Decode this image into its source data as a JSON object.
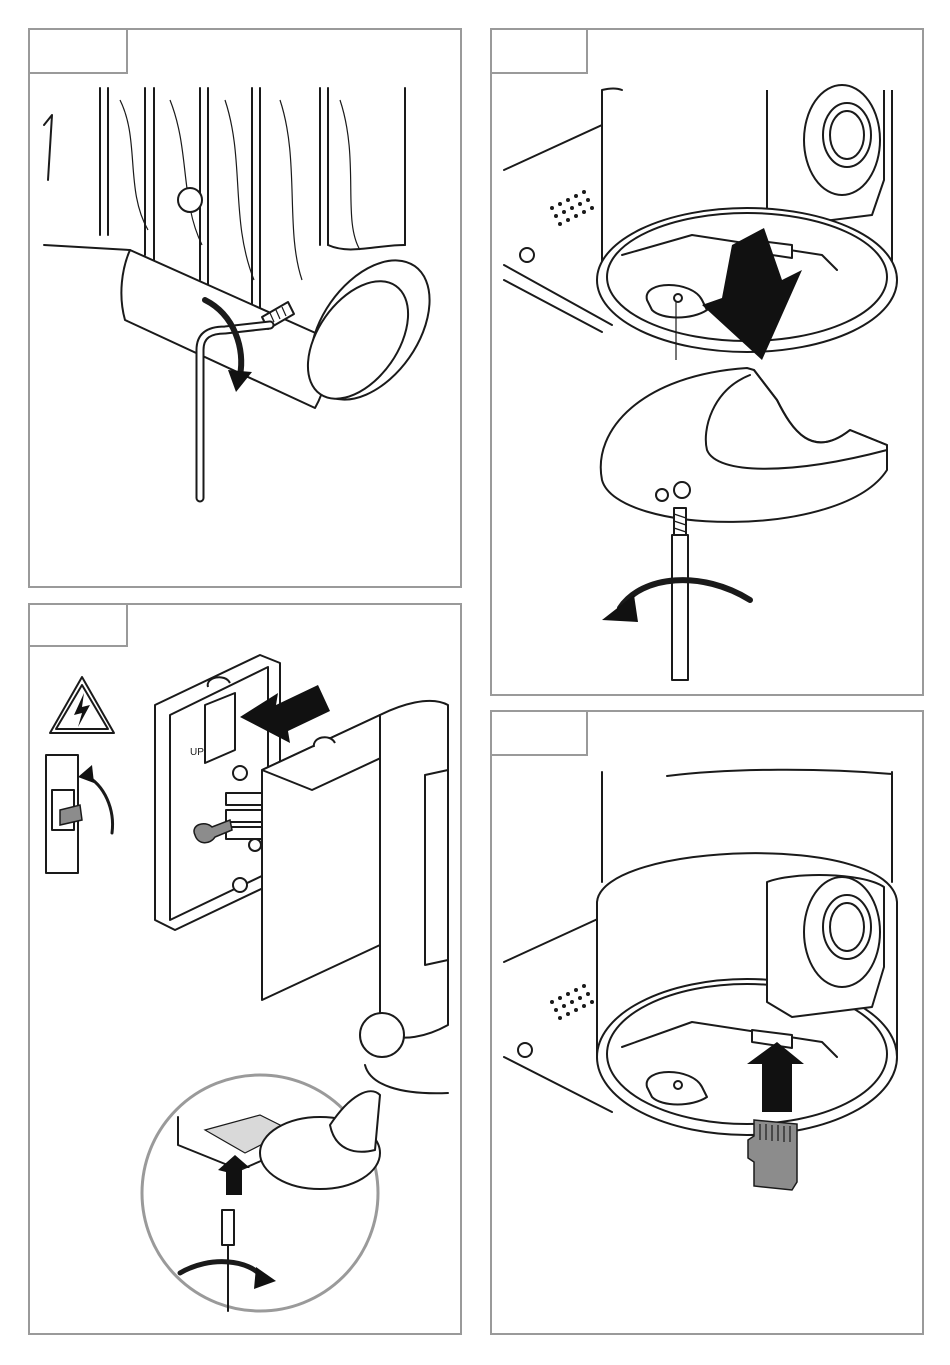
{
  "figure": {
    "panels": [
      {
        "id": "step-1",
        "step_label": "",
        "depicts": "hex-key"
      },
      {
        "id": "step-2",
        "step_label": "",
        "depicts": "base-plate"
      },
      {
        "id": "step-3",
        "step_label": "",
        "depicts": "wiring"
      },
      {
        "id": "step-4",
        "step_label": "",
        "depicts": "microsd-card"
      }
    ],
    "wiring_box_label": "UP",
    "colors": {
      "frame": "#9a9a9a",
      "line": "#1a1a1a",
      "arrow": "#111111",
      "card": "#8c8c8c"
    }
  }
}
